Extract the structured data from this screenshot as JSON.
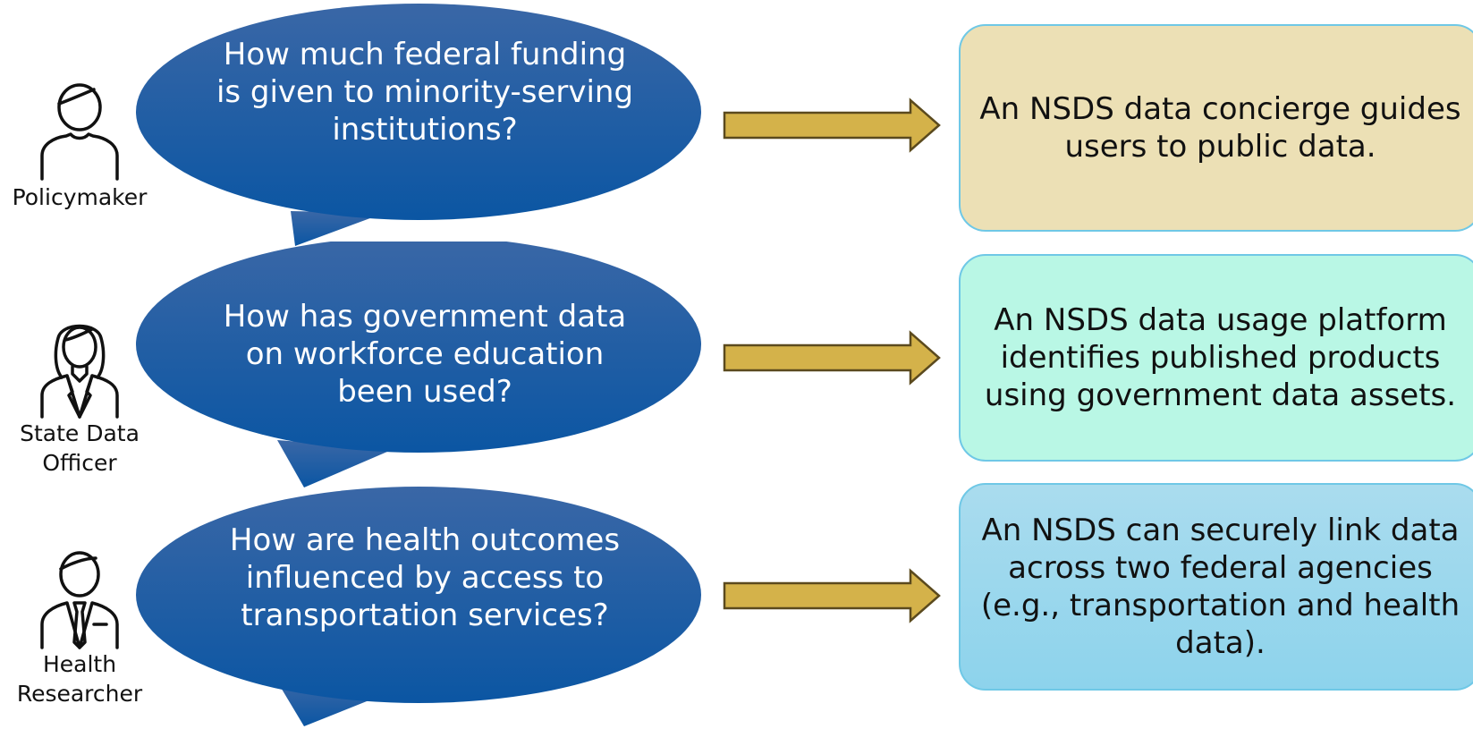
{
  "colors": {
    "bubble_light": "#3a67a6",
    "bubble_dark": "#0b56a3",
    "arrow_fill": "#d4b24a",
    "arrow_stroke": "#5b4a1e",
    "answer1_bg": "#ece0b5",
    "answer2_bg": "#b9f7e5",
    "answer3_top": "#aadcee",
    "answer3_bottom": "#8dd3ec"
  },
  "rows": [
    {
      "persona": {
        "label": "Policymaker",
        "icon": "person-icon"
      },
      "question": "How much federal funding is given to minority-serving institutions?",
      "answer": "An NSDS data concierge guides users to public data."
    },
    {
      "persona": {
        "label": "State Data Officer",
        "icon": "woman-professional-icon"
      },
      "question": "How has government data on workforce education been used?",
      "answer": "An NSDS data usage platform identifies published products using government data assets."
    },
    {
      "persona": {
        "label": "Health Researcher",
        "icon": "man-with-tie-icon"
      },
      "question": "How are health outcomes influenced by access to transportation services?",
      "answer": "An NSDS can securely link data across two federal agencies (e.g., transportation and health data)."
    }
  ]
}
